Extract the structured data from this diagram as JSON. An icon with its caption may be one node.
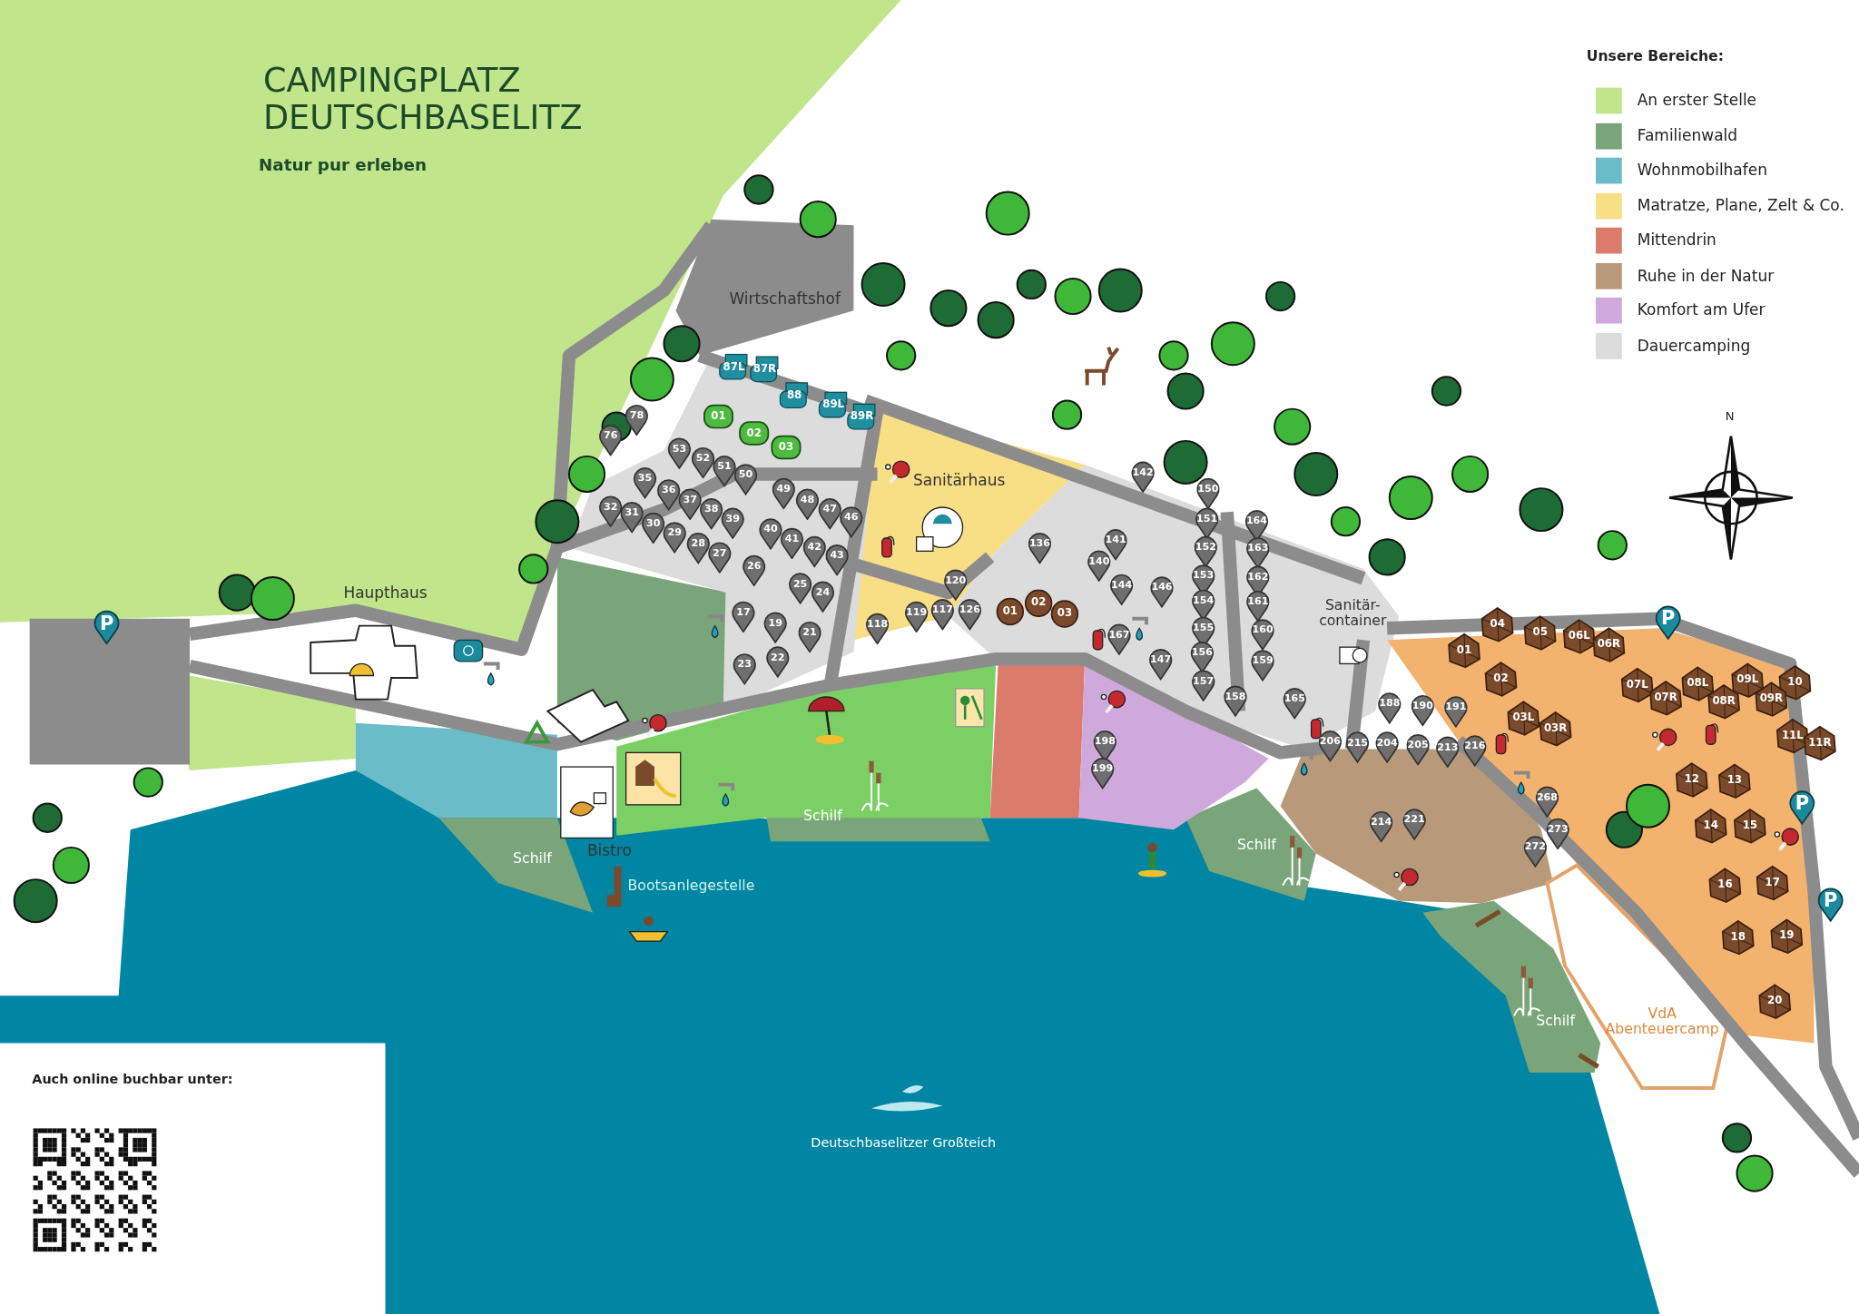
{
  "diagram": {
    "title": "CAMPINGPLATZ DEUTSCHBASELITZ",
    "labels": [
      "Natur pur erleben",
      "Unsere Bereiche:",
      "N",
      "Wirtschaftshof",
      "87L",
      "87R",
      "88",
      "89L",
      "01",
      "89R",
      "02",
      "03",
      "78",
      "76",
      "53",
      "52",
      "51",
      "50",
      "35",
      "36",
      "37",
      "38",
      "39",
      "32",
      "31",
      "30",
      "29",
      "28",
      "27",
      "49",
      "48",
      "47",
      "46",
      "40",
      "41",
      "42",
      "43",
      "26",
      "25",
      "24",
      "17",
      "19",
      "21",
      "23",
      "22",
      "Sanitärhaus",
      "120",
      "119",
      "117",
      "126",
      "118",
      "01",
      "02",
      "03",
      "136",
      "141",
      "140",
      "144",
      "146",
      "167",
      "147",
      "142",
      "150",
      "151",
      "152",
      "153",
      "154",
      "155",
      "156",
      "157",
      "164",
      "163",
      "162",
      "161",
      "160",
      "159",
      "158",
      "165",
      "Sanitär-container",
      "198",
      "199",
      "188",
      "190",
      "191",
      "206",
      "215",
      "204",
      "205",
      "213",
      "216",
      "214",
      "221",
      "268",
      "273",
      "272",
      "04",
      "01",
      "05",
      "06L",
      "06R",
      "02",
      "07L",
      "07R",
      "08L",
      "08R",
      "09L",
      "09R",
      "10",
      "03L",
      "03R",
      "11L",
      "11R",
      "12",
      "13",
      "14",
      "15",
      "16",
      "17",
      "18",
      "19",
      "20",
      "P",
      "P",
      "P",
      "P",
      "Haupthaus",
      "Bistro",
      "Bootsanlegestelle",
      "Schilf",
      "Schilf",
      "Schilf",
      "Schilf",
      "VdA Abenteuercamp",
      "Auch online buchbar unter:",
      "Deutschbaselitzer Großteich"
    ],
    "legend": [
      {
        "text": "An erster Stelle",
        "color": "#c0e58a"
      },
      {
        "text": "Familienwald",
        "color": "#7aa57a"
      },
      {
        "text": "Wohnmobilhafen",
        "color": "#6bbcc9"
      },
      {
        "text": "Matratze, Plane, Zelt & Co.",
        "color": "#f8de84"
      },
      {
        "text": "Mittendrin",
        "color": "#db7b6c"
      },
      {
        "text": "Ruhe in der Natur",
        "color": "#b8997a"
      },
      {
        "text": "Komfort am Ufer",
        "color": "#cfa9dc"
      },
      {
        "text": "Dauercamping",
        "color": "#dcdcdc"
      }
    ]
  }
}
